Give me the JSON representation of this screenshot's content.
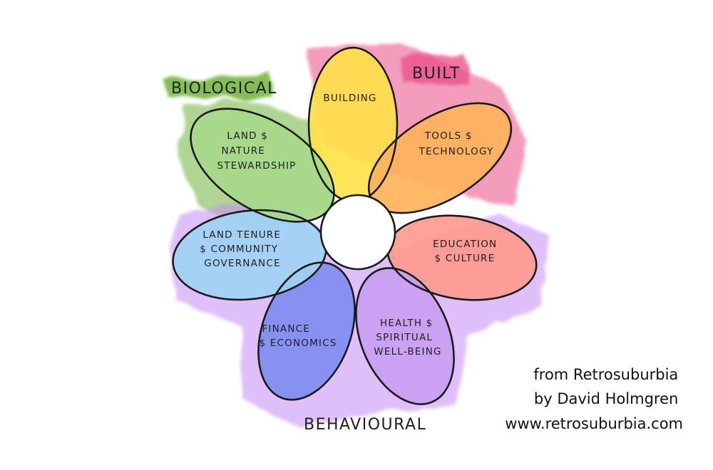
{
  "categories": {
    "biological": "BIOLOGICAL",
    "built": "BUILT",
    "behavioural": "BEHAVIOURAL"
  },
  "petals": [
    {
      "id": "building",
      "lines": [
        "BUILDING"
      ],
      "color": "#ffe14a"
    },
    {
      "id": "tools",
      "lines": [
        "TOOLS $",
        "TECHNOLOGY"
      ],
      "color": "#ffb35a"
    },
    {
      "id": "education",
      "lines": [
        "EDUCATION",
        "$ CULTURE"
      ],
      "color": "#ff9a8e"
    },
    {
      "id": "health",
      "lines": [
        "HEALTH $",
        "SPIRITUAL",
        "WELL-BEING"
      ],
      "color": "#c89ef2"
    },
    {
      "id": "finance",
      "lines": [
        "FINANCE",
        "$ ECONOMICS"
      ],
      "color": "#7f8df0"
    },
    {
      "id": "land-tenure",
      "lines": [
        "LAND TENURE",
        "$ COMMUNITY",
        "GOVERNANCE"
      ],
      "color": "#9fd3f4"
    },
    {
      "id": "land-nature",
      "lines": [
        "LAND $",
        "NATURE",
        "STEWARDSHIP"
      ],
      "color": "#a7d98a"
    }
  ],
  "category_colors": {
    "biological": "#6fb33b",
    "built": "#ea4d86",
    "behavioural": "#c68cf5"
  },
  "credit": {
    "line1": "from Retrosuburbia",
    "line2": "by David Holmgren",
    "line3": "www.retrosuburbia.com"
  }
}
